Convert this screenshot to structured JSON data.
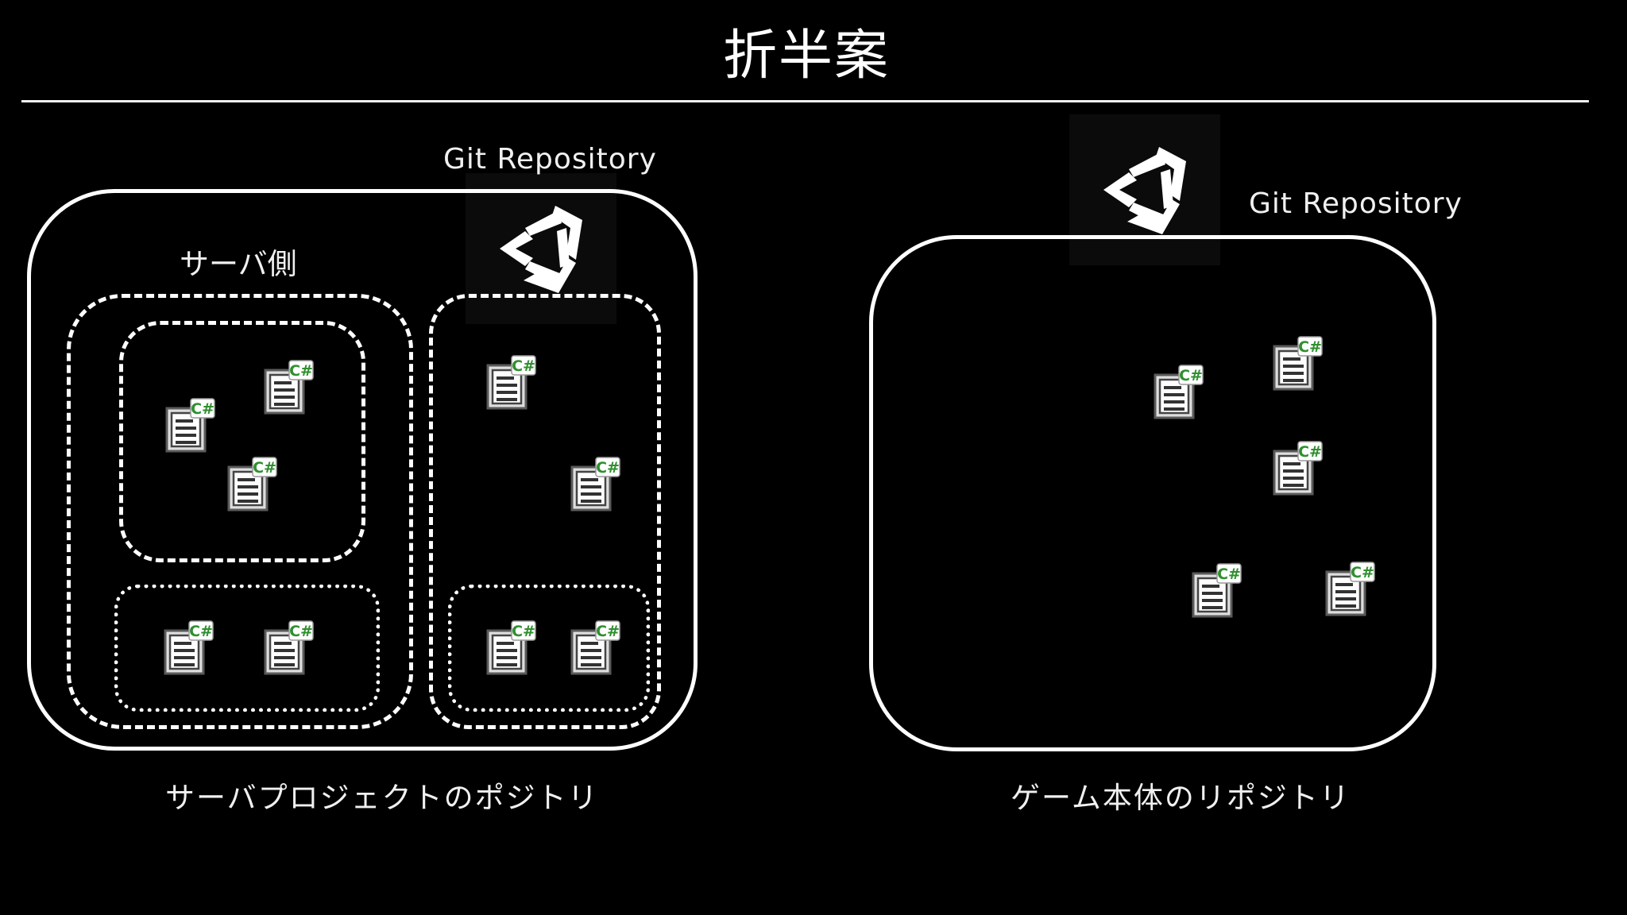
{
  "title": "折半案",
  "left": {
    "git_label": "Git Repository",
    "server_side_label": "サーバ側",
    "caption": "サーバプロジェクトのポジトリ"
  },
  "right": {
    "git_label": "Git Repository",
    "caption": "ゲーム本体のリポジトリ"
  },
  "icons": {
    "engine": "unity-logo-icon",
    "file": "csharp-file-icon",
    "file_badge": "C#"
  }
}
